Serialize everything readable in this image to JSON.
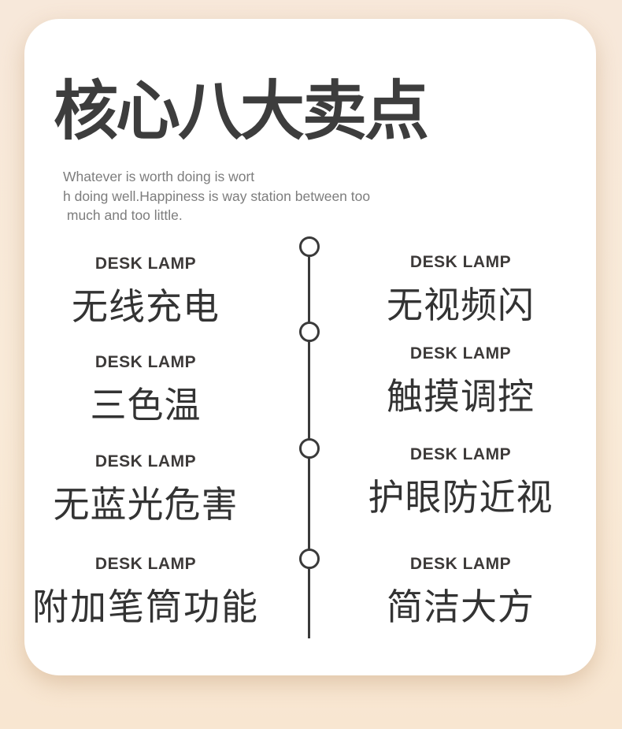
{
  "page": {
    "title": "核心八大卖点",
    "subtitle_lines": [
      "Whatever is worth doing is wort",
      "h doing well.Happiness is way station between too",
      " much and too little."
    ]
  },
  "features": {
    "left": [
      {
        "label": "DESK LAMP",
        "name": "无线充电"
      },
      {
        "label": "DESK LAMP",
        "name": "三色温"
      },
      {
        "label": "DESK LAMP",
        "name": "无蓝光危害"
      },
      {
        "label": "DESK LAMP",
        "name": "附加笔筒功能"
      }
    ],
    "right": [
      {
        "label": "DESK LAMP",
        "name": "无视频闪"
      },
      {
        "label": "DESK LAMP",
        "name": "触摸调控"
      },
      {
        "label": "DESK LAMP",
        "name": "护眼防近视"
      },
      {
        "label": "DESK LAMP",
        "name": "简洁大方"
      }
    ]
  },
  "timeline": {
    "node_count": 4
  },
  "colors": {
    "background_top": "#f7e8da",
    "background_bottom": "#f8e6d1",
    "card": "#ffffff",
    "title_text": "#3d3d3d",
    "subtitle_text": "#7d7d7d",
    "label_text": "#3d3a39",
    "feature_text": "#333333",
    "timeline": "#3a3a3a"
  }
}
